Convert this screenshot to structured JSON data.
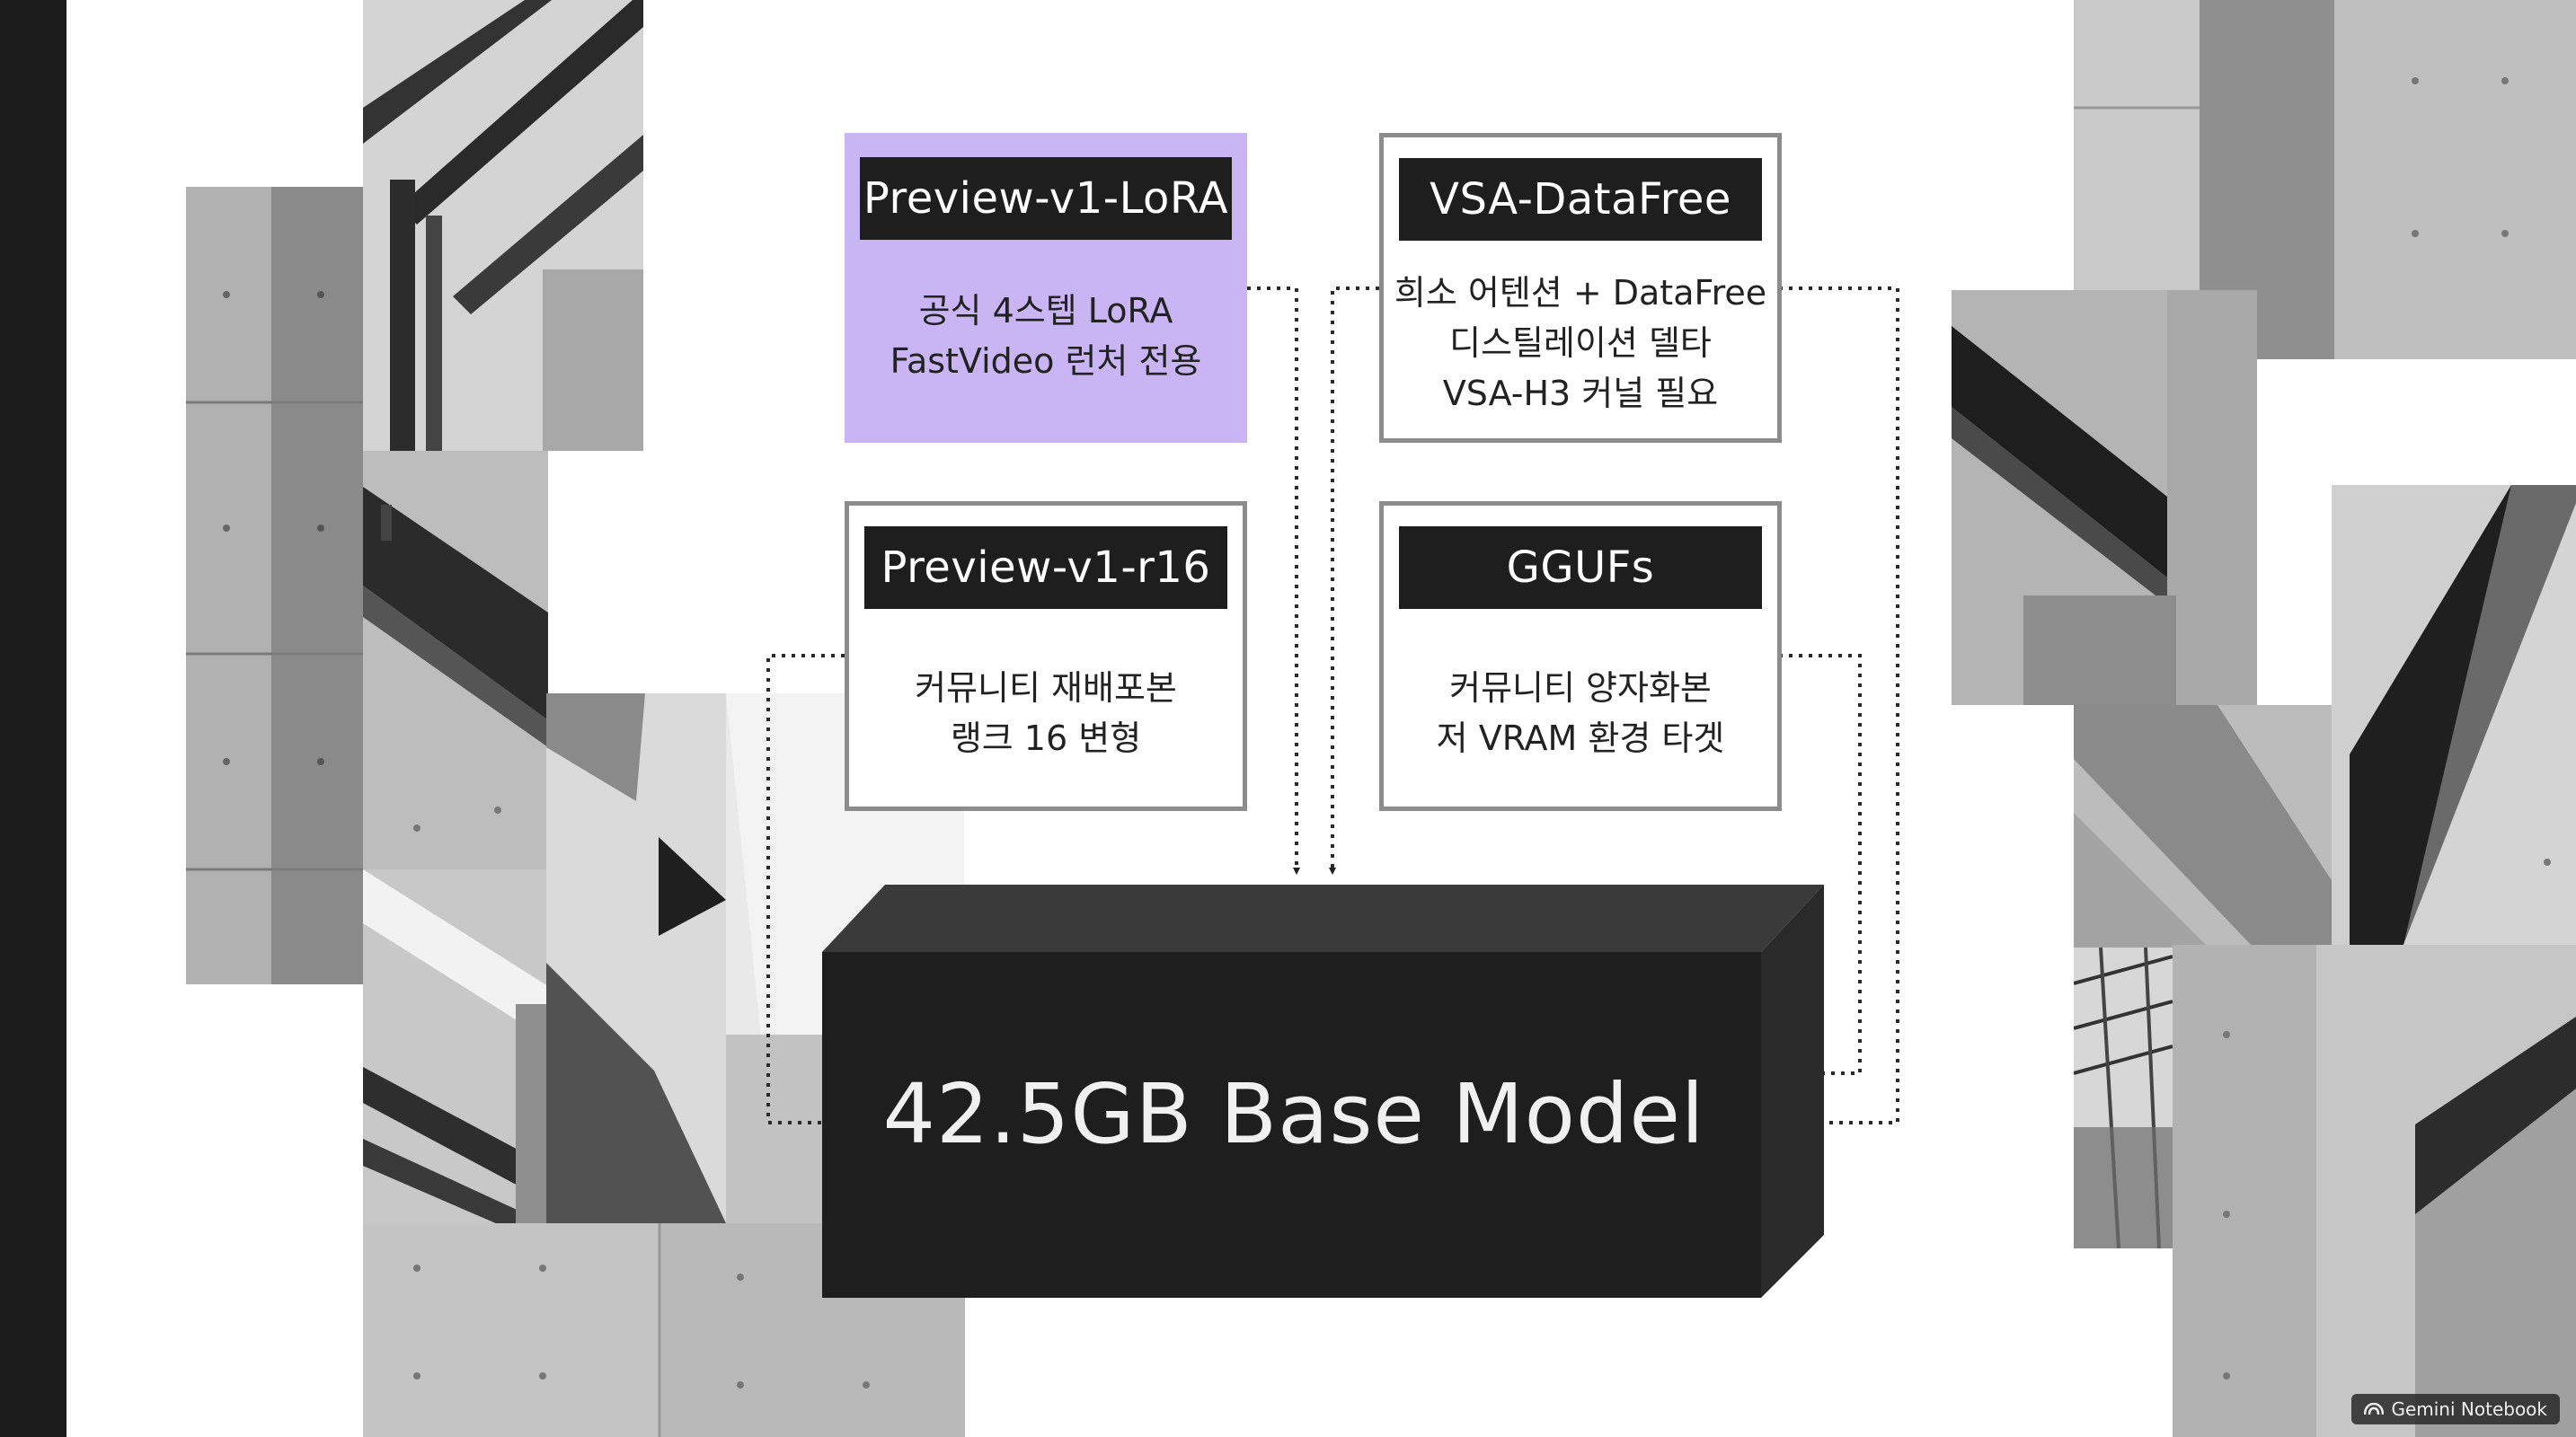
{
  "cards": [
    {
      "id": "preview-v1-lora",
      "title": "Preview-v1-LoRA",
      "lines": [
        "공식 4스텝 LoRA",
        "FastVideo 런처 전용"
      ],
      "highlight": true
    },
    {
      "id": "vsa-datafree",
      "title": "VSA-DataFree",
      "lines": [
        "희소 어텐션 + DataFree",
        "디스틸레이션 델타",
        "VSA-H3 커널 필요"
      ],
      "highlight": false
    },
    {
      "id": "preview-v1-r16",
      "title": "Preview-v1-r16",
      "lines": [
        "커뮤니티 재배포본",
        "랭크 16 변형"
      ],
      "highlight": false
    },
    {
      "id": "ggufs",
      "title": "GGUFs",
      "lines": [
        "커뮤니티 양자화본",
        "저 VRAM 환경 타겟"
      ],
      "highlight": false
    }
  ],
  "base_model": {
    "label": "42.5GB Base Model"
  },
  "watermark": {
    "label": "Gemini Notebook",
    "icon": "gemini-notebook-icon"
  },
  "colors": {
    "highlight": "#c9b5f3",
    "dark_box": "#1e1e1e",
    "card_border": "#8c8c8c"
  }
}
